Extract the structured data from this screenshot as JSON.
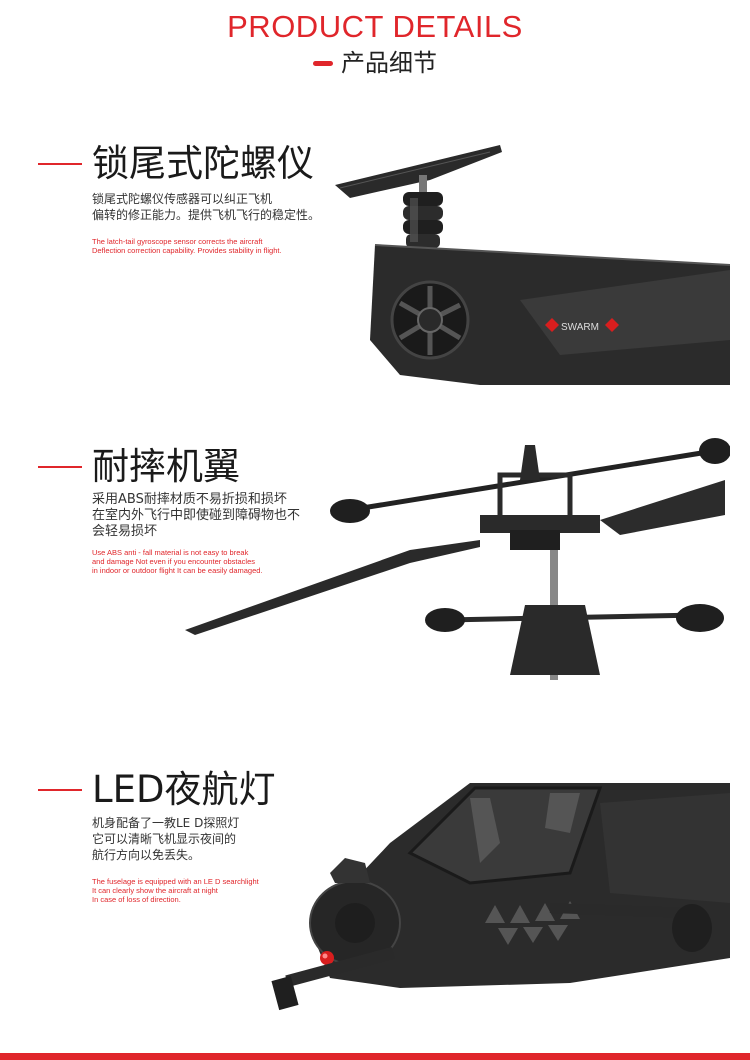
{
  "header": {
    "title": "PRODUCT DETAILS",
    "subtitle": "产品细节"
  },
  "features": [
    {
      "title": "锁尾式陀螺仪",
      "desc_cn": [
        "锁尾式陀螺仪传感器可以纠正飞机",
        "偏转的修正能力。提供飞机飞行的稳定性。"
      ],
      "desc_en": [
        "The latch-tail gyroscope sensor corrects the aircraft",
        "Deflection correction capability. Provides stability in flight."
      ],
      "badge_text": "SWARM"
    },
    {
      "title": "耐摔机翼",
      "desc_cn": [
        "采用ABS耐摔材质不易折损和损坏",
        "在室内外飞行中即使碰到障碍物也不",
        "会轻易损坏"
      ],
      "desc_en": [
        "Use ABS anti - fall material is not easy to break",
        "and damage Not even if you encounter obstacles",
        " in indoor or outdoor flight It can be easily damaged."
      ]
    },
    {
      "title": "LED夜航灯",
      "desc_cn": [
        "机身配备了一教LE D探照灯",
        "它可以清晰飞机显示夜间的",
        "航行方向以免丢失。"
      ],
      "desc_en": [
        "The fuselage is equipped with an LE D searchlight",
        "It can clearly show the aircraft at night",
        "In case of loss of direction."
      ]
    }
  ],
  "colors": {
    "accent": "#e0262b",
    "body_dark": "#2b2b2b",
    "led": "#d81e1e"
  }
}
